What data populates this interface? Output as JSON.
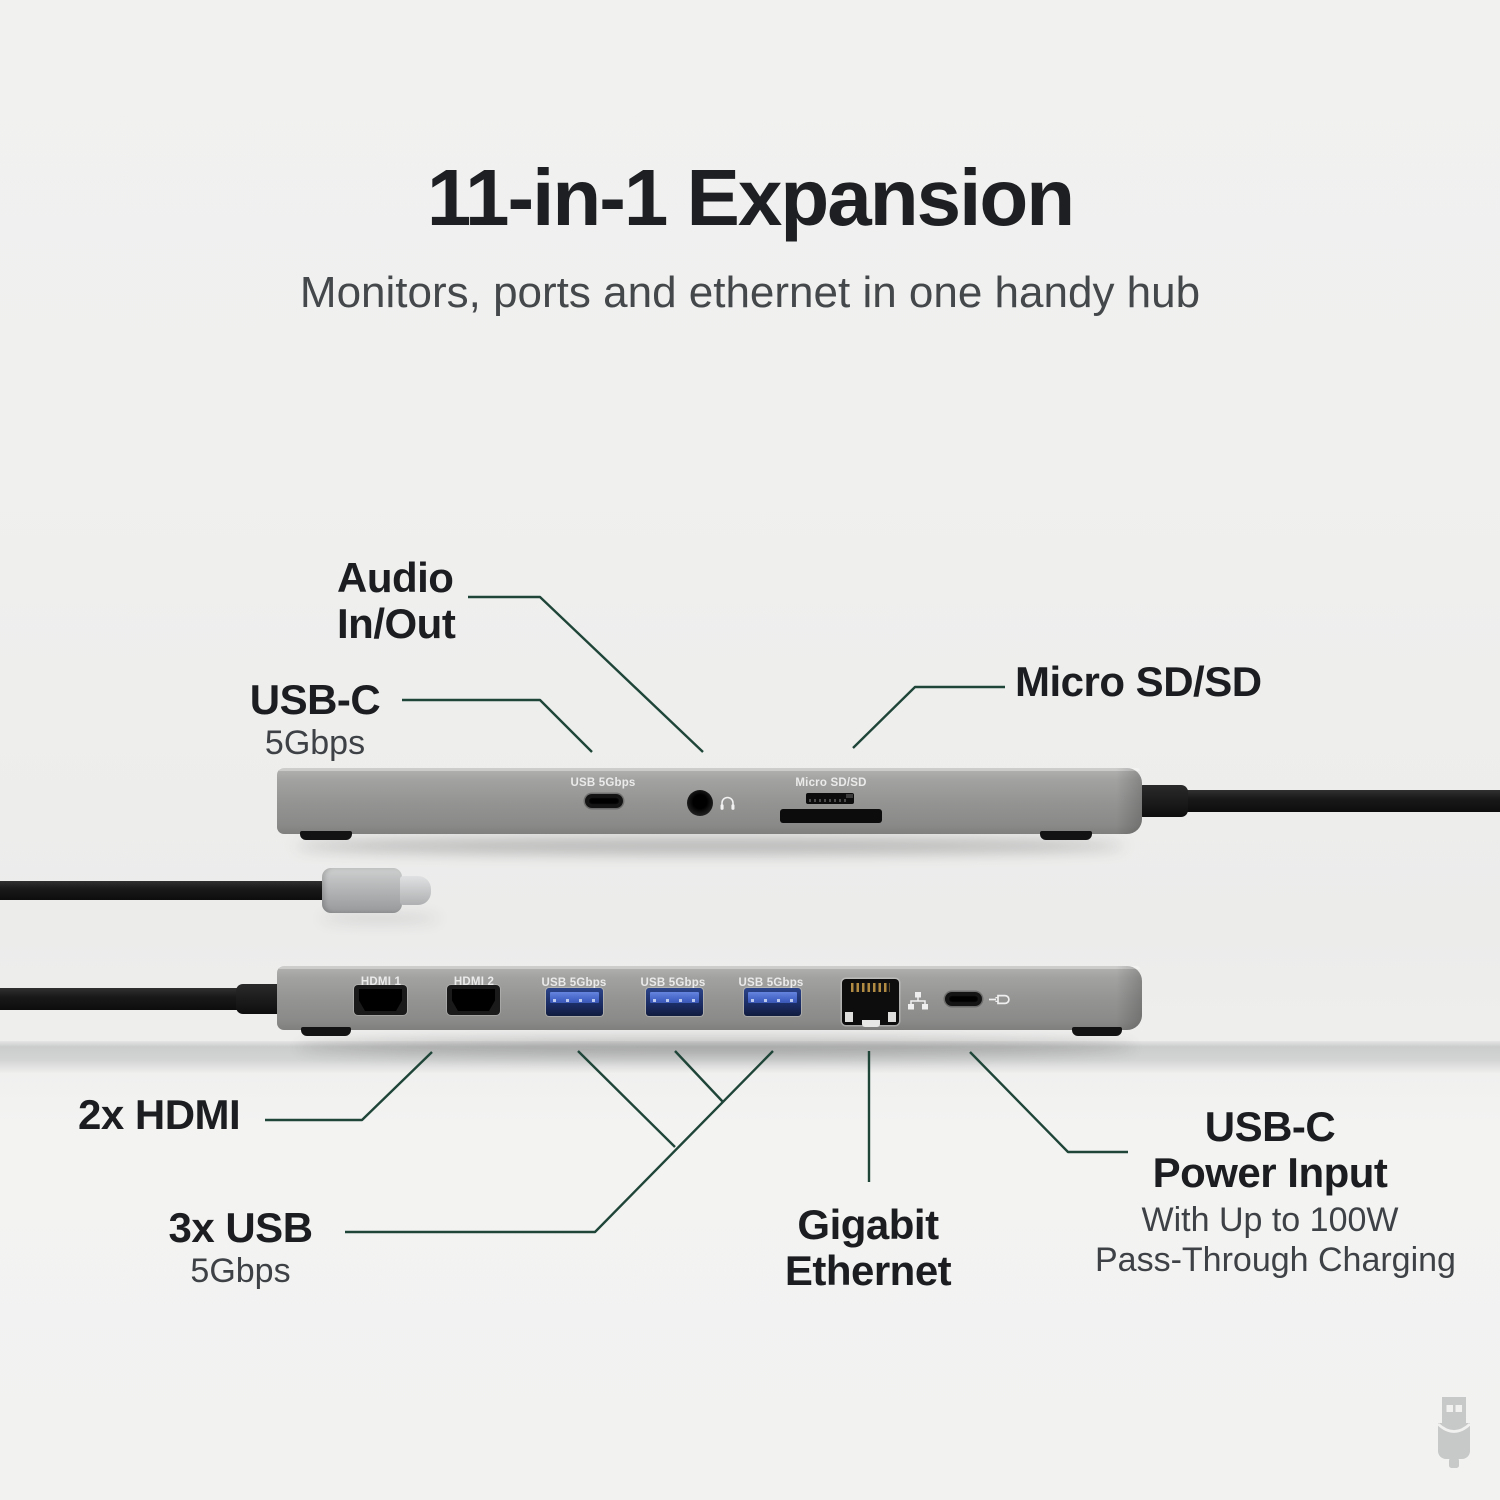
{
  "header": {
    "title": "11-in-1 Expansion",
    "subtitle": "Monitors, ports and ethernet in one handy hub"
  },
  "callouts": {
    "audio": {
      "line1": "Audio",
      "line2": "In/Out"
    },
    "usb_c_top": {
      "label": "USB-C",
      "sub": "5Gbps"
    },
    "micro_sd": {
      "label": "Micro SD/SD"
    },
    "hdmi": {
      "label": "2x HDMI"
    },
    "usb_3x": {
      "label": "3x USB",
      "sub": "5Gbps"
    },
    "ethernet": {
      "line1": "Gigabit",
      "line2": "Ethernet"
    },
    "power": {
      "line1": "USB-C",
      "line2": "Power Input",
      "sub1": "With Up to 100W",
      "sub2": "Pass-Through Charging"
    }
  },
  "device_rear": {
    "usb_label": "USB 5Gbps",
    "sd_label": "Micro SD/SD"
  },
  "device_front": {
    "hdmi_labels": [
      "HDMI 1",
      "HDMI 2"
    ],
    "usb_labels": [
      "USB 5Gbps",
      "USB 5Gbps",
      "USB 5Gbps"
    ]
  },
  "icons": {
    "headphone": "headphone-icon",
    "ethernet": "ethernet-network-icon",
    "power": "dc-power-plug-icon",
    "watermark": "usb-plug-logo-icon"
  },
  "colors": {
    "accent_line": "#1f4539",
    "hub_gray": "#949493",
    "usb_blue": "#4363c6",
    "title_text": "#1d1f22",
    "subtitle_text": "#45484b",
    "floor_band": "#d3d4d4",
    "background": "#f0f0ef"
  }
}
